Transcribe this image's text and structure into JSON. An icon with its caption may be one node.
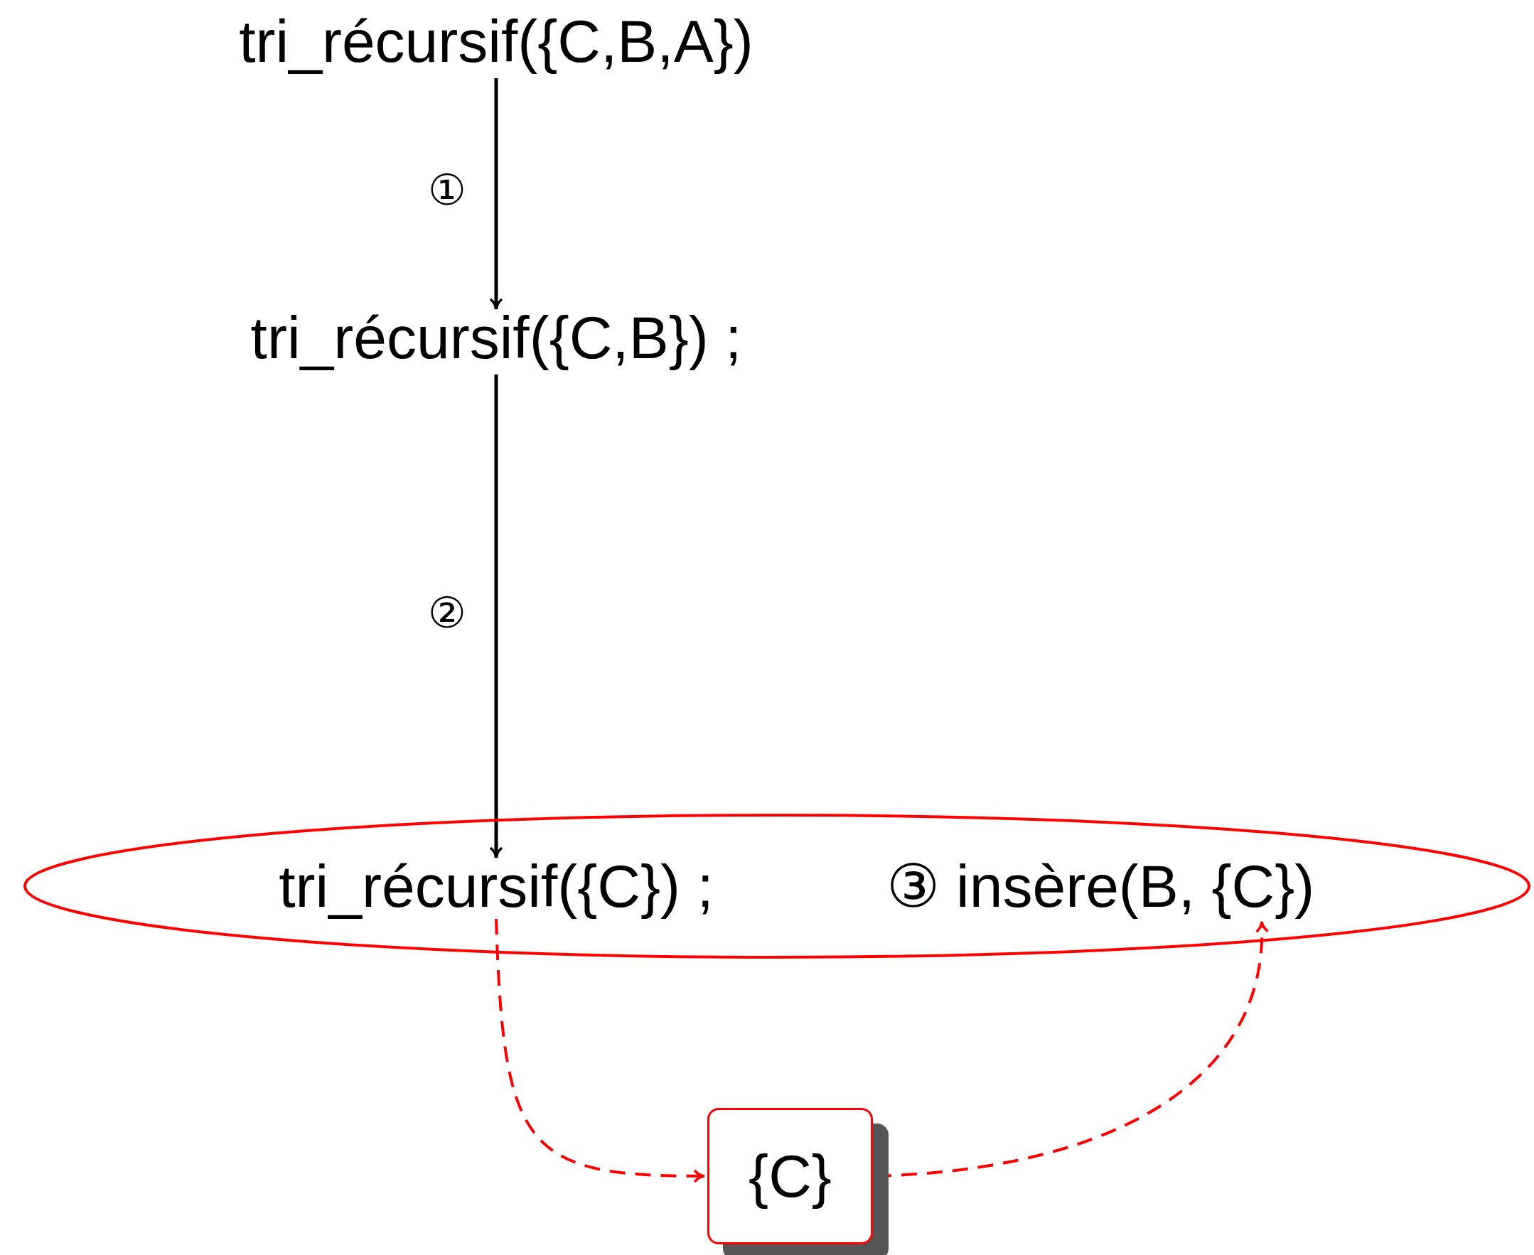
{
  "diagram": {
    "nodes": [
      {
        "text": [
          "tri_récursif({C,B,A})"
        ]
      },
      {
        "text": [
          "tri_récursif({C,B}) ;"
        ]
      },
      {
        "text": [],
        "shape": "ellipse"
      },
      {
        "text": [
          "tri_récursif({C}) ;"
        ],
        "in": 2
      },
      {
        "text": [
          "③ insère(B, {C})"
        ],
        "in": 2
      },
      {
        "text": [
          "{C}"
        ]
      }
    ],
    "edges": [
      {
        "from": 0,
        "to": 1,
        "arrow": "to",
        "label": "①"
      },
      {
        "from": 1,
        "to": 3,
        "arrow": "to",
        "label": "②"
      },
      {
        "from": 3,
        "to": 5,
        "arrow": "to",
        "style": "dashed",
        "color": "#ff0000"
      },
      {
        "from": 5,
        "to": 4,
        "arrow": "to",
        "style": "dashed",
        "color": "#ff0000"
      }
    ]
  }
}
